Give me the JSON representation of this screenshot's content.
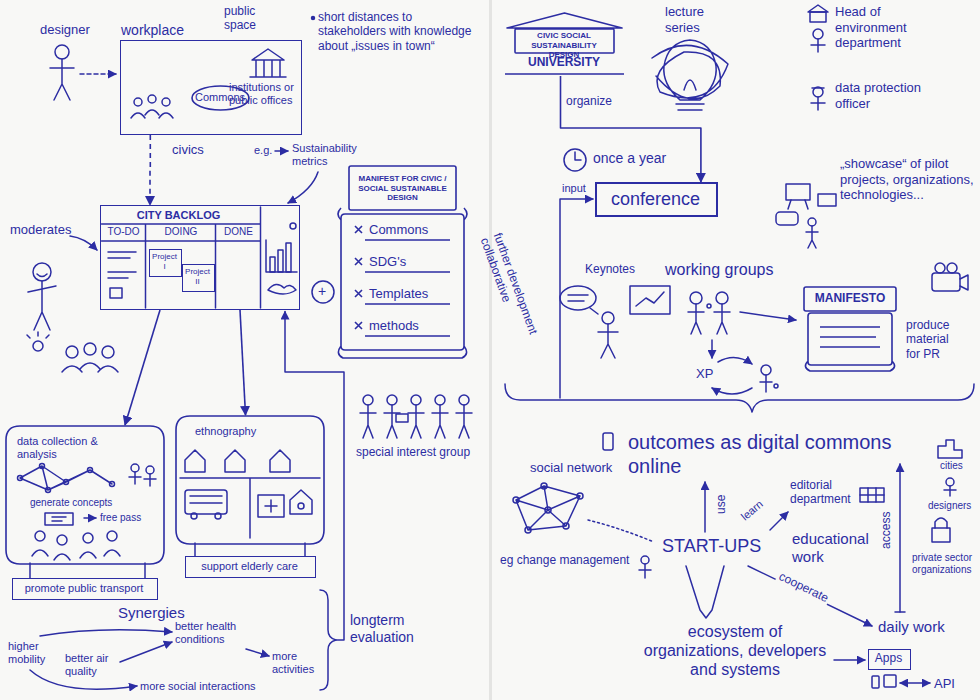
{
  "diagram": {
    "nodes": [
      {
        "text": [
          "workplace",
          "institutions or public offices"
        ]
      },
      {
        "text": [
          "Commons"
        ],
        "in": 0
      },
      {
        "text": [
          "CITY BACKLOG",
          "TO-DO",
          "DOING",
          "DONE"
        ]
      },
      {
        "text": [
          "Project I"
        ],
        "in": 2
      },
      {
        "text": [
          "Project II"
        ],
        "in": 2
      },
      {
        "text": [
          "MANIFEST FOR CIVIC / SOCIAL SUSTAINABLE DESIGN",
          "Commons",
          "SDG's",
          "Templates",
          "methods"
        ]
      },
      {
        "text": [
          "data collection & analysis",
          "generate concepts",
          "free pass"
        ]
      },
      {
        "text": [
          "promote public transport"
        ]
      },
      {
        "text": [
          "ethnography"
        ]
      },
      {
        "text": [
          "support elderly care"
        ]
      },
      {
        "text": [
          "CIVIC SOCIAL SUSTAINABILITY DESIGN",
          "UNIVERSITY"
        ]
      },
      {
        "text": [
          "conference"
        ]
      },
      {
        "text": [
          "MANIFESTO"
        ]
      },
      {
        "text": [
          "Apps"
        ]
      }
    ],
    "edges": [
      {
        "from": 0,
        "to": 2,
        "arrow": "to"
      },
      {
        "from": 2,
        "to": 6,
        "arrow": "to"
      },
      {
        "from": 2,
        "to": 8,
        "arrow": "to"
      },
      {
        "from": 10,
        "to": 11,
        "label": "organize",
        "arrow": "to"
      }
    ],
    "labels": [
      "designer",
      "public space",
      "short distances to stakeholders with knowledge about „issues in town“",
      "civics",
      "e.g.",
      "Sustainability metrics",
      "moderates",
      "+",
      "special interest group",
      "Synergies",
      "higher mobility",
      "better air quality",
      "better health conditions",
      "more activities",
      "more social interactions",
      "longterm evaluation",
      "lecture series",
      "Head of environment department",
      "data protection officer",
      "once a year",
      "input",
      "„showcase“ of pilot projects, organizations, technologies...",
      "Keynotes",
      "working groups",
      "XP",
      "produce material for PR",
      "further development collaborative",
      "outcomes as digital commons online",
      "social network",
      "eg change management",
      "START-UPS",
      "use",
      "learn",
      "editorial department",
      "educational work",
      "cooperate",
      "ecosystem of organizations, developers and systems",
      "API",
      "access",
      "cities",
      "designers",
      "private sector organizations",
      "daily work"
    ]
  }
}
